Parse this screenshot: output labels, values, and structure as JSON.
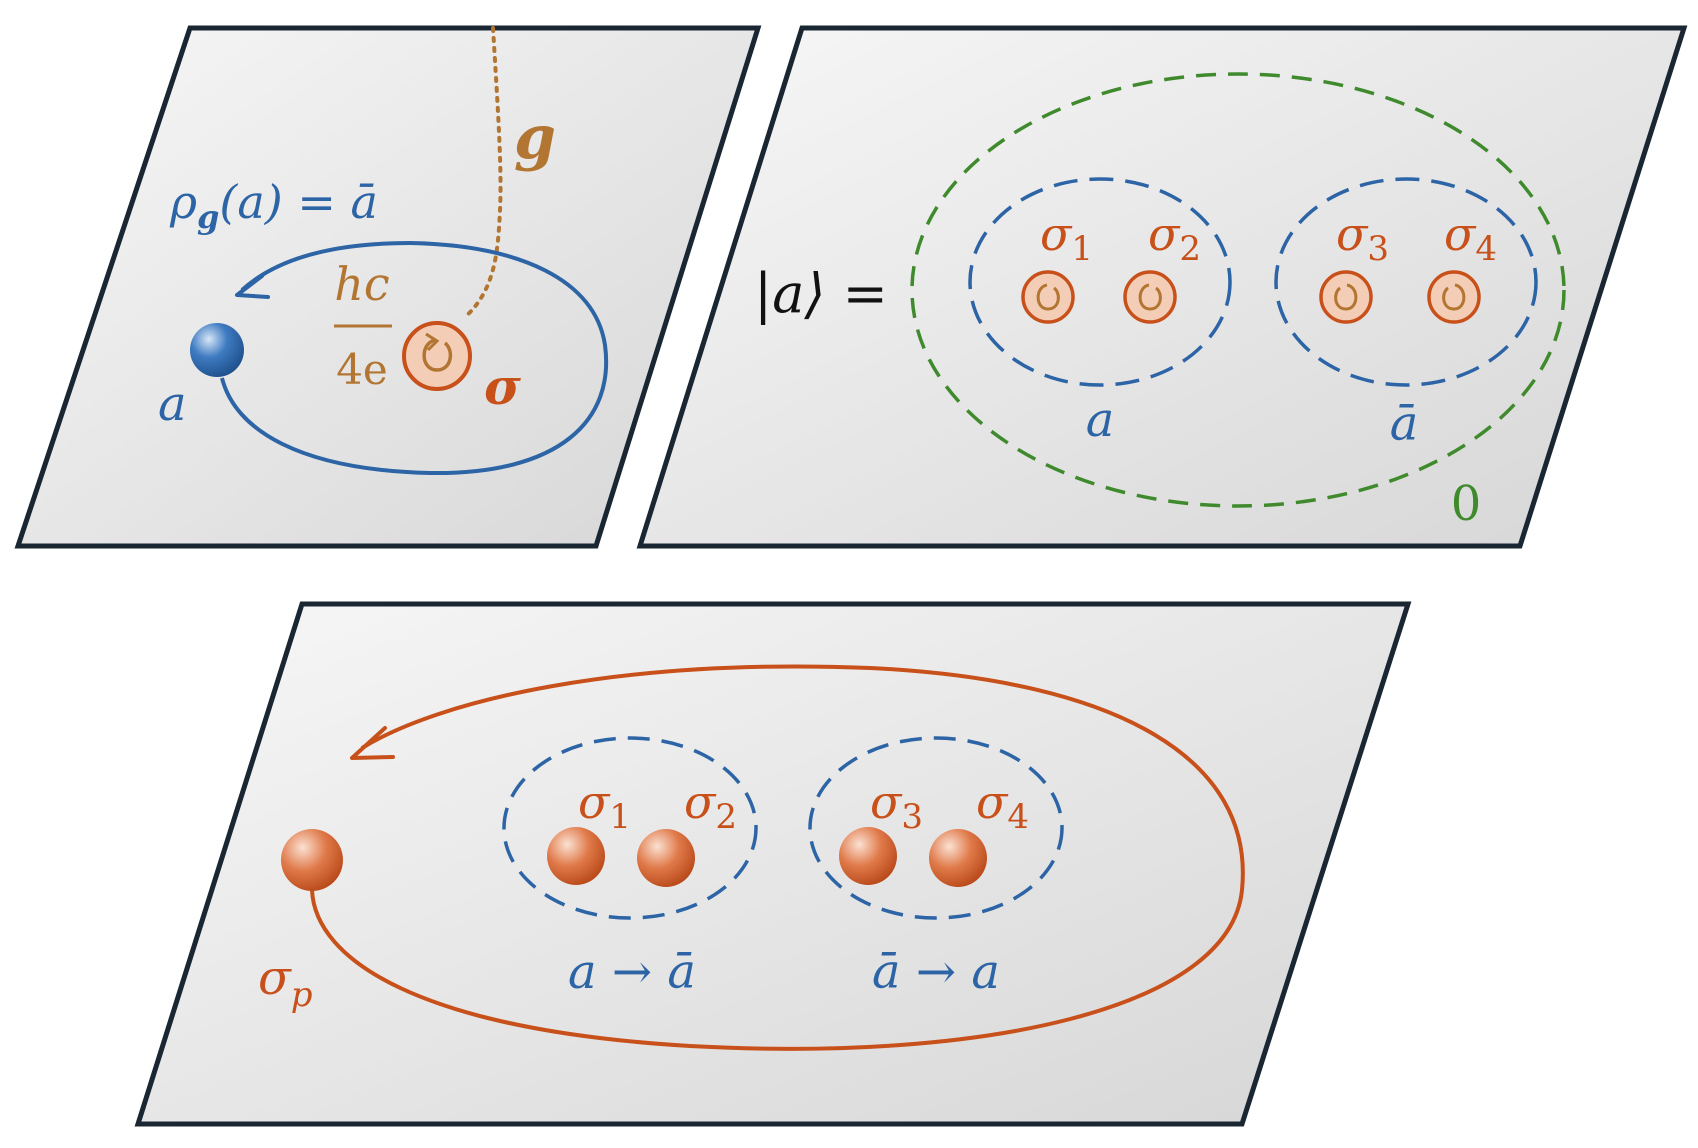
{
  "colors": {
    "panel_fill_light": "#f6f6f6",
    "panel_fill_dark": "#d9d9d9",
    "panel_border": "#1a2733",
    "blue": "#2c64a6",
    "orange": "#c8501a",
    "brown": "#b27532",
    "green": "#3f8a2c",
    "black": "#111111"
  },
  "panel_a": {
    "g_label": "g",
    "rho_label": "ρ",
    "rho_sub": "g",
    "rho_arg": "(a) = ā",
    "flux_num": "hc",
    "flux_den": "4e",
    "sigma_label": "σ",
    "anyon_label": "a"
  },
  "panel_b": {
    "ket_label": "|a⟩ =",
    "sigma1": "σ",
    "sub1": "1",
    "sigma2": "σ",
    "sub2": "2",
    "sigma3": "σ",
    "sub3": "3",
    "sigma4": "σ",
    "sub4": "4",
    "group_left_label": "a",
    "group_right_label": "ā",
    "vacuum_label": "0"
  },
  "panel_c": {
    "sigma1": "σ",
    "sub1": "1",
    "sigma2": "σ",
    "sub2": "2",
    "sigma3": "σ",
    "sub3": "3",
    "sigma4": "σ",
    "sub4": "4",
    "group_left_label": "a → ā",
    "group_right_label": "ā → a",
    "probe_label": "σ",
    "probe_sub": "p"
  }
}
